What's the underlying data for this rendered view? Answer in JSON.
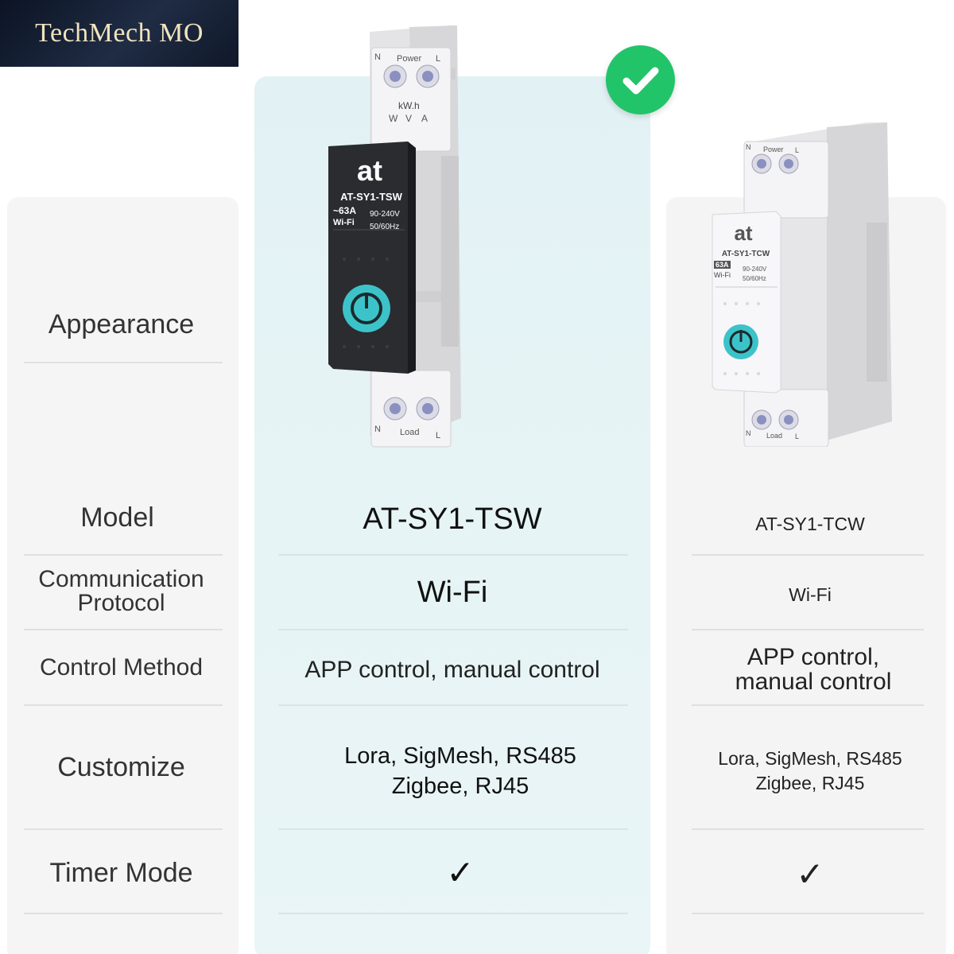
{
  "brand": {
    "name": "TechMech MO"
  },
  "device_primary": {
    "logo": "at",
    "model_label": "AT-SY1-TSW",
    "rating": "~63A",
    "network": "Wi-Fi",
    "voltage": "90-240V",
    "frequency": "50/60Hz",
    "top_terminals": [
      "N",
      "Power",
      "L"
    ],
    "meter_label": "kW.h",
    "meter_units": [
      "W",
      "V",
      "A"
    ],
    "bottom_terminals": [
      "N",
      "Load",
      "L"
    ],
    "icon": "power-icon"
  },
  "device_secondary": {
    "logo": "at",
    "model_label": "AT-SY1-TCW",
    "rating": "63A",
    "network": "Wi-Fi",
    "voltage": "90-240V",
    "frequency": "50/60Hz",
    "top_terminals": [
      "N",
      "Power",
      "L"
    ],
    "bottom_terminals": [
      "N",
      "Load",
      "L"
    ],
    "icon": "power-icon"
  },
  "rows": [
    {
      "label": "Appearance"
    },
    {
      "label": "Model",
      "primary": "AT-SY1-TSW",
      "secondary": "AT-SY1-TCW"
    },
    {
      "label_line1": "Communication",
      "label_line2": "Protocol",
      "primary": "Wi-Fi",
      "secondary": "Wi-Fi"
    },
    {
      "label": "Control Method",
      "primary": "APP control, manual control",
      "secondary_line1": "APP control,",
      "secondary_line2": "manual control"
    },
    {
      "label": "Customize",
      "primary_line1": "Lora, SigMesh, RS485",
      "primary_line2": "Zigbee, RJ45",
      "secondary_line1": "Lora, SigMesh, RS485",
      "secondary_line2": "Zigbee, RJ45"
    },
    {
      "label": "Timer Mode",
      "primary": "✓",
      "secondary": "✓"
    }
  ],
  "colors": {
    "highlight_column": "#e4f3f5",
    "check_badge": "#22c46a",
    "power_button": "#3cc3c9"
  },
  "icons": {
    "selected_badge": "check-circle-icon"
  }
}
